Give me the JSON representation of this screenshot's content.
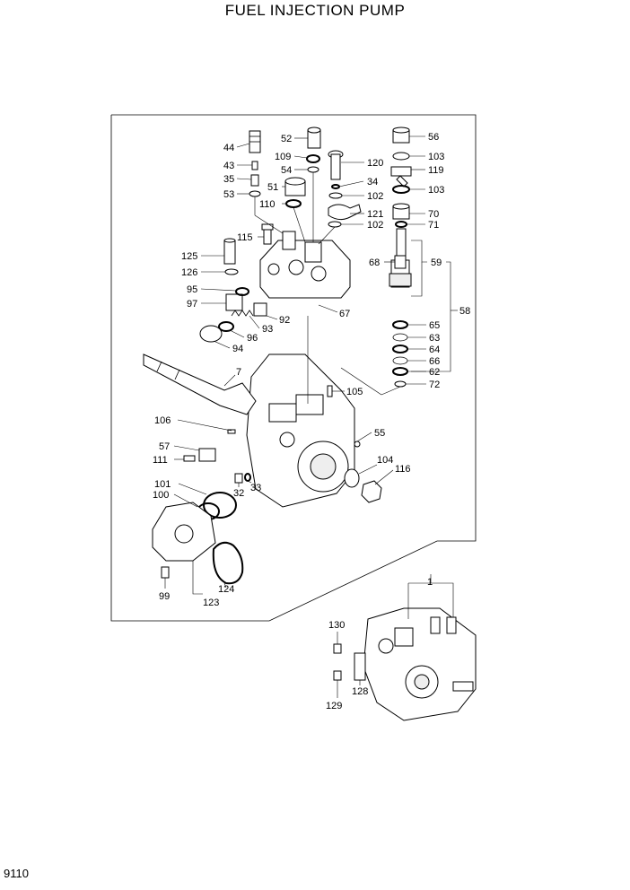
{
  "title": "FUEL INJECTION PUMP",
  "page_number": "9110",
  "callouts": [
    "44",
    "43",
    "35",
    "53",
    "52",
    "109",
    "54",
    "51",
    "110",
    "120",
    "34",
    "102",
    "121",
    "102",
    "56",
    "103",
    "119",
    "103",
    "70",
    "71",
    "59",
    "68",
    "58",
    "115",
    "125",
    "126",
    "95",
    "97",
    "92",
    "93",
    "96",
    "94",
    "67",
    "65",
    "63",
    "64",
    "66",
    "62",
    "72",
    "7",
    "105",
    "106",
    "55",
    "57",
    "111",
    "104",
    "116",
    "101",
    "100",
    "32",
    "33",
    "99",
    "123",
    "124",
    "1",
    "130",
    "128",
    "129"
  ]
}
